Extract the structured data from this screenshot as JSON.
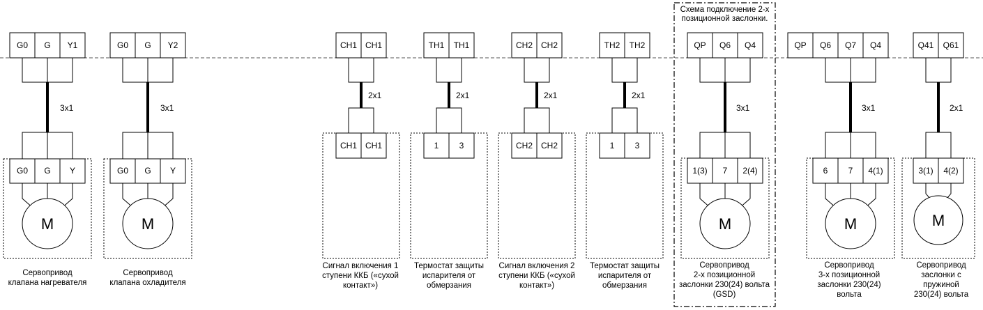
{
  "note": [
    "Схема подключение 2-х",
    "позиционной заслонки."
  ],
  "blocks": [
    {
      "id": "heater-valve",
      "top": [
        "G0",
        "G",
        "Y1"
      ],
      "cable": "3x1",
      "bottom": [
        "G0",
        "G",
        "Y"
      ],
      "motor": "M",
      "caption": [
        "Сервопривод",
        "клапана нагревателя"
      ]
    },
    {
      "id": "cooler-valve",
      "top": [
        "G0",
        "G",
        "Y2"
      ],
      "cable": "3x1",
      "bottom": [
        "G0",
        "G",
        "Y"
      ],
      "motor": "M",
      "caption": [
        "Сервопривод",
        "клапана охладителя"
      ]
    },
    {
      "id": "ckb-stage1",
      "top": [
        "CH1",
        "CH1"
      ],
      "cable": "2x1",
      "bottom": [
        "CH1",
        "CH1"
      ],
      "caption": [
        "Сигнал включения 1",
        "ступени ККБ («сухой",
        "контакт»)"
      ]
    },
    {
      "id": "thermostat-1",
      "top": [
        "TH1",
        "TH1"
      ],
      "cable": "2x1",
      "bottom": [
        "1",
        "3"
      ],
      "caption": [
        "Термостат защиты",
        "испарителя от",
        "обмерзания"
      ]
    },
    {
      "id": "ckb-stage2",
      "top": [
        "CH2",
        "CH2"
      ],
      "cable": "2x1",
      "bottom": [
        "CH2",
        "CH2"
      ],
      "caption": [
        "Сигнал включения 2",
        "ступени ККБ («сухой",
        "контакт»)"
      ]
    },
    {
      "id": "thermostat-2",
      "top": [
        "TH2",
        "TH2"
      ],
      "cable": "2x1",
      "bottom": [
        "1",
        "3"
      ],
      "caption": [
        "Термостат защиты",
        "испарителя от",
        "обмерзания"
      ]
    },
    {
      "id": "damper-2pos",
      "top": [
        "QP",
        "Q6",
        "Q4"
      ],
      "cable": "3x1",
      "bottom": [
        "1(3)",
        "7",
        "2(4)"
      ],
      "motor": "M",
      "caption": [
        "Сервопривод",
        "2-х позиционной",
        "заслонки 230(24) вольта",
        "(GSD)"
      ]
    },
    {
      "id": "damper-3pos",
      "top": [
        "QP",
        "Q6",
        "Q7",
        "Q4"
      ],
      "cable": "3x1",
      "bottom": [
        "6",
        "7",
        "4(1)"
      ],
      "motor": "M",
      "caption": [
        "Сервопривод",
        "3-х позиционной",
        "заслонки 230(24)",
        "вольта"
      ]
    },
    {
      "id": "damper-spring",
      "top": [
        "Q41",
        "Q61"
      ],
      "cable": "2x1",
      "bottom": [
        "3(1)",
        "4(2)"
      ],
      "motor": "M",
      "caption": [
        "Сервопривод",
        "заслонки с",
        "пружиной",
        "230(24) вольта"
      ]
    }
  ]
}
